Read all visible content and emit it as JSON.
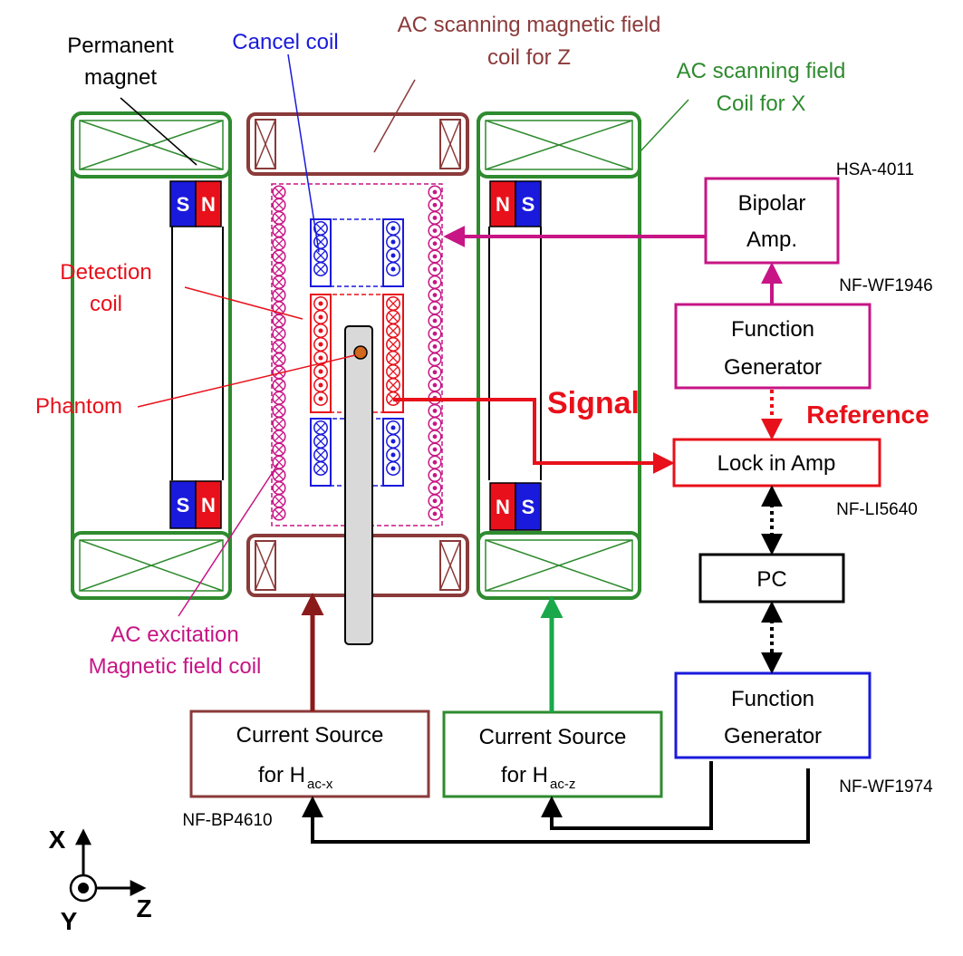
{
  "labels": {
    "permanent_magnet_1": "Permanent",
    "permanent_magnet_2": "magnet",
    "cancel_coil": "Cancel coil",
    "ac_scan_z_1": "AC scanning magnetic field",
    "ac_scan_z_2": "coil for Z",
    "ac_scan_x_1": "AC scanning field",
    "ac_scan_x_2": "Coil for X",
    "detection_coil_1": "Detection",
    "detection_coil_2": "coil",
    "phantom": "Phantom",
    "ac_excitation_1": "AC excitation",
    "ac_excitation_2": "Magnetic field coil",
    "signal": "Signal",
    "reference": "Reference",
    "magnet_s": "S",
    "magnet_n": "N"
  },
  "instruments": {
    "bipolar_amp_1": "Bipolar",
    "bipolar_amp_2": "Amp.",
    "bipolar_amp_model": "HSA-4011",
    "fg_top_1": "Function",
    "fg_top_2": "Generator",
    "fg_top_model": "NF-WF1946",
    "lock_in": "Lock in Amp",
    "lock_in_model": "NF-LI5640",
    "pc": "PC",
    "fg_bottom_1": "Function",
    "fg_bottom_2": "Generator",
    "fg_bottom_model": "NF-WF1974",
    "cs_x_1": "Current Source",
    "cs_x_2": "for H",
    "cs_x_sub": "ac-x",
    "cs_x_model": "NF-BP4610",
    "cs_z_1": "Current Source",
    "cs_z_2": "for H",
    "cs_z_sub": "ac-z"
  },
  "axes": {
    "x": "X",
    "y": "Y",
    "z": "Z"
  },
  "colors": {
    "green": "#2e8b2e",
    "brown": "#8b3a3a",
    "magenta": "#c71585",
    "blue": "#1a1adc",
    "red": "#e8101a",
    "black": "#000000",
    "bright_green": "#1aa84a"
  }
}
